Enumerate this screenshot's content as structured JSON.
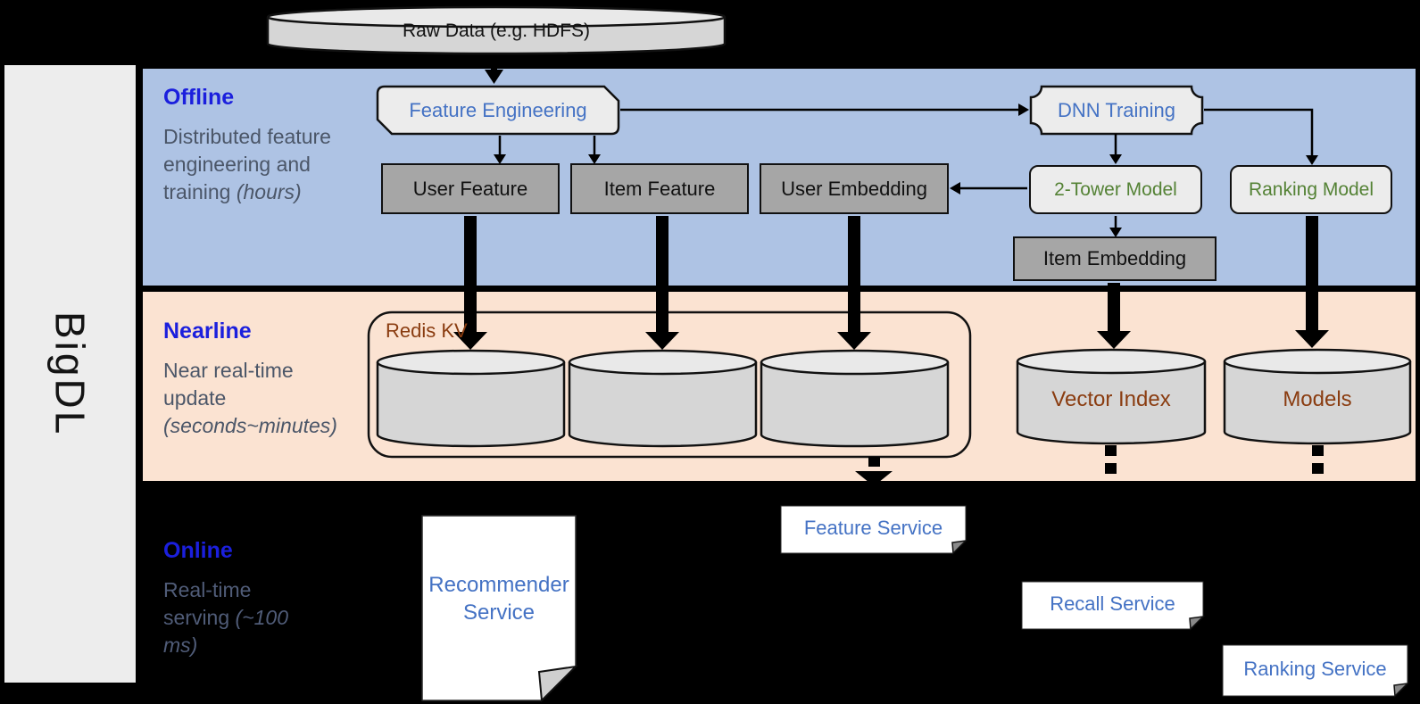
{
  "sidebar": {
    "brand": "BigDL"
  },
  "sources": {
    "raw_data": "Raw Data (e.g. HDFS)"
  },
  "bands": {
    "offline": {
      "title": "Offline",
      "description": "Distributed feature engineering and training",
      "duration": "(hours)"
    },
    "nearline": {
      "title": "Nearline",
      "description": "Near real-time update",
      "duration": "(seconds~minutes)"
    },
    "online": {
      "title": "Online",
      "description": "Real-time serving",
      "duration": "(~100 ms)"
    }
  },
  "nodes": {
    "feature_engineering": "Feature Engineering",
    "dnn_training": "DNN Training",
    "user_feature": "User Feature",
    "item_feature": "Item Feature",
    "user_embedding": "User Embedding",
    "two_tower_model": "2-Tower Model",
    "ranking_model": "Ranking Model",
    "item_embedding": "Item Embedding",
    "redis_kv": "Redis KV",
    "vector_index": "Vector Index",
    "models": "Models",
    "recommender_service": "Recommender Service",
    "feature_service": "Feature Service",
    "recall_service": "Recall Service",
    "ranking_service": "Ranking Service"
  },
  "colors": {
    "background": "#000000",
    "offline_band": "#aec3e4",
    "nearline_band": "#fbe3d2",
    "band_heading_blue": "#1b1fdd",
    "node_label_blue": "#4472c4",
    "model_label_green": "#548235",
    "storage_label_brown": "#8a3c10",
    "description_gray": "#4b5668",
    "gray_node_fill": "#a6a6a6",
    "light_node_fill": "#ececec",
    "cylinder_fill": "#d6d6d6"
  }
}
